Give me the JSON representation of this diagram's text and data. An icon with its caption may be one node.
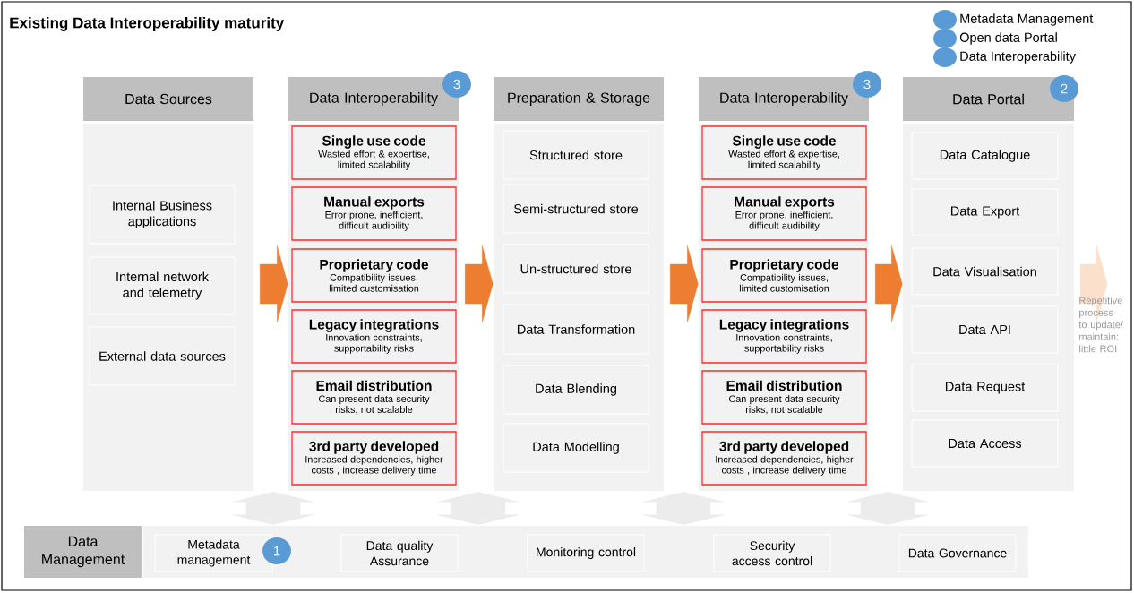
{
  "diagram": {
    "title": "Existing Data Interoperability maturity",
    "nodes": [
      {
        "text": [
          "Data Sources"
        ]
      },
      {
        "text": [
          "Internal Business applications"
        ],
        "in": 0
      },
      {
        "text": [
          "Internal network and telemetry"
        ],
        "in": 0
      },
      {
        "text": [
          "External data sources"
        ],
        "in": 0
      },
      {
        "text": [
          "Data Interoperability"
        ]
      },
      {
        "text": [
          "Single use code",
          "Wasted effort & expertise, limited scalability"
        ],
        "in": 4
      },
      {
        "text": [
          "Manual exports",
          "Error prone, inefficient, difficult audibility"
        ],
        "in": 4
      },
      {
        "text": [
          "Proprietary code",
          "Compatibility issues, limited customisation"
        ],
        "in": 4
      },
      {
        "text": [
          "Legacy integrations",
          "Innovation constraints, supportability risks"
        ],
        "in": 4
      },
      {
        "text": [
          "Email distribution",
          "Can present data security risks, not scalable"
        ],
        "in": 4
      },
      {
        "text": [
          "3rd party developed",
          "Increased dependencies, higher costs , increase delivery time"
        ],
        "in": 4
      },
      {
        "text": [
          "Preparation & Storage"
        ]
      },
      {
        "text": [
          "Structured store"
        ],
        "in": 11
      },
      {
        "text": [
          "Semi-structured store"
        ],
        "in": 11
      },
      {
        "text": [
          "Un-structured store"
        ],
        "in": 11
      },
      {
        "text": [
          "Data Transformation"
        ],
        "in": 11
      },
      {
        "text": [
          "Data Blending"
        ],
        "in": 11
      },
      {
        "text": [
          "Data Modelling"
        ],
        "in": 11
      },
      {
        "text": [
          "Data Interoperability"
        ]
      },
      {
        "text": [
          "Single use code",
          "Wasted effort & expertise, limited scalability"
        ],
        "in": 18
      },
      {
        "text": [
          "Manual exports",
          "Error prone, inefficient, difficult audibility"
        ],
        "in": 18
      },
      {
        "text": [
          "Proprietary code",
          "Compatibility issues, limited customisation"
        ],
        "in": 18
      },
      {
        "text": [
          "Legacy integrations",
          "Innovation constraints, supportability risks"
        ],
        "in": 18
      },
      {
        "text": [
          "Email distribution",
          "Can present data security risks, not scalable"
        ],
        "in": 18
      },
      {
        "text": [
          "3rd party developed",
          "Increased dependencies, higher costs , increase delivery time"
        ],
        "in": 18
      },
      {
        "text": [
          "Data Portal"
        ]
      },
      {
        "text": [
          "Data Catalogue"
        ],
        "in": 25
      },
      {
        "text": [
          "Data Export"
        ],
        "in": 25
      },
      {
        "text": [
          "Data Visualisation"
        ],
        "in": 25
      },
      {
        "text": [
          "Data API"
        ],
        "in": 25
      },
      {
        "text": [
          "Data Request"
        ],
        "in": 25
      },
      {
        "text": [
          "Data Access"
        ],
        "in": 25
      },
      {
        "text": [
          "Data Management"
        ]
      },
      {
        "text": [
          "Metadata management"
        ],
        "in": 32
      },
      {
        "text": [
          "Data quality Assurance"
        ],
        "in": 32
      },
      {
        "text": [
          "Monitoring control"
        ],
        "in": 32
      },
      {
        "text": [
          "Security access control"
        ],
        "in": 32
      },
      {
        "text": [
          "Data Governance"
        ],
        "in": 32
      },
      {
        "text": [
          "3"
        ]
      },
      {
        "text": [
          "3"
        ]
      },
      {
        "text": [
          "2"
        ]
      },
      {
        "text": [
          "1"
        ],
        "in": 32
      }
    ],
    "edges": [
      {
        "from": 0,
        "to": 4,
        "arrow": "to"
      },
      {
        "from": 4,
        "to": 11,
        "arrow": "to"
      },
      {
        "from": 11,
        "to": 18,
        "arrow": "to"
      },
      {
        "from": 18,
        "to": 25,
        "arrow": "to"
      },
      {
        "from": 25,
        "to": null,
        "arrow": "to",
        "label": "Repetitive process to update/ maintain: little ROI",
        "color": "#fbe0cc"
      },
      {
        "from": 4,
        "to": 32,
        "arrow": "both",
        "color": "#ececec"
      },
      {
        "from": 11,
        "to": 32,
        "arrow": "both",
        "color": "#ececec"
      },
      {
        "from": 18,
        "to": 32,
        "arrow": "both",
        "color": "#ececec"
      },
      {
        "from": 25,
        "to": 32,
        "arrow": "both",
        "color": "#ececec"
      }
    ],
    "legend": [
      {
        "text": "Metadata Management",
        "color": "#5b9bd5"
      },
      {
        "text": "Open data Portal",
        "color": "#5b9bd5"
      },
      {
        "text": "Data Interoperability",
        "color": "#5b9bd5"
      }
    ]
  }
}
